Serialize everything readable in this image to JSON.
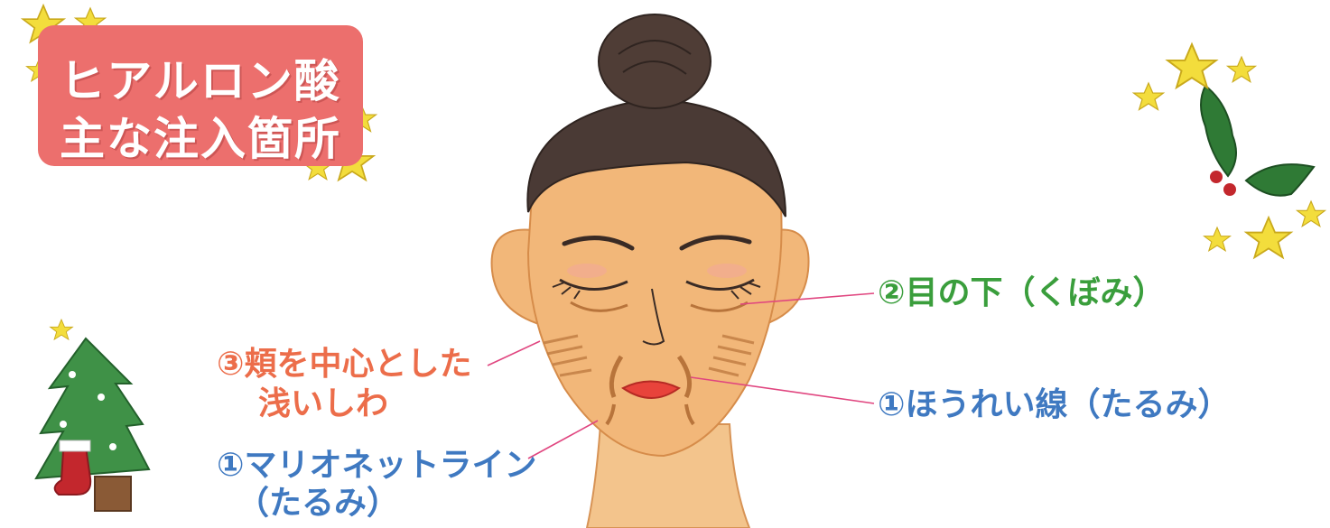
{
  "title": {
    "line1": "ヒアルロン酸",
    "line2": "主な注入箇所"
  },
  "labels": {
    "under_eye": "②目の下（くぼみ）",
    "cheek_line1": "③頬を中心とした",
    "cheek_line2": "浅いしわ",
    "nasolabial": "①ほうれい線（たるみ）",
    "marionette_line1": "①マリオネットライン",
    "marionette_line2": "（たるみ）"
  },
  "colors": {
    "title_bg": "#ec6f6d",
    "label_blue": "#3f79c1",
    "label_green": "#3a9e3c",
    "label_orange": "#ec6d4a",
    "leader_line": "#e0457f",
    "skin": "#f2b779",
    "hair": "#4a3a35",
    "star": "#f3dd3c"
  },
  "icons": [
    "star-icon",
    "holly-icon",
    "christmas-tree-icon",
    "stocking-icon"
  ]
}
